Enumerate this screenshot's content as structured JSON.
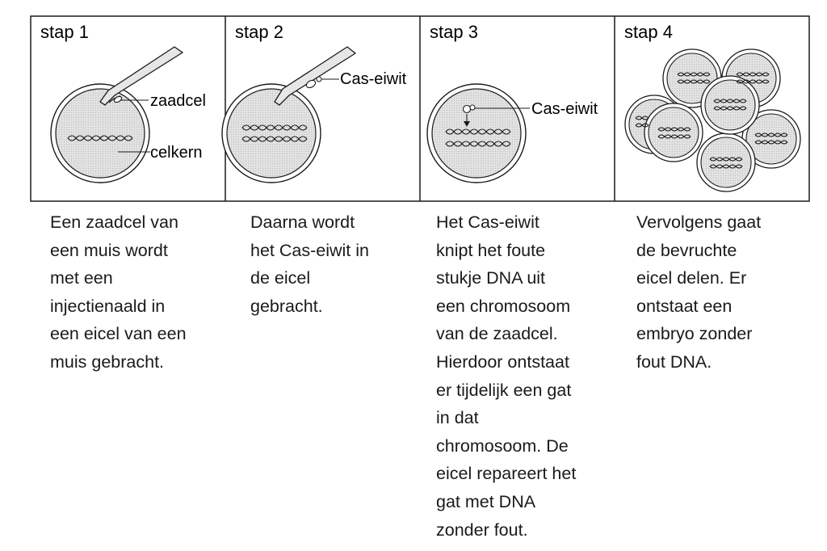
{
  "panels": [
    {
      "step": "stap 1",
      "callouts": [
        "zaadcel",
        "celkern"
      ],
      "description": [
        "Een zaadcel van",
        "een muis wordt",
        "met een",
        "injectienaald in",
        "een eicel van een",
        "muis gebracht."
      ]
    },
    {
      "step": "stap 2",
      "callouts": [
        "Cas-eiwit"
      ],
      "description": [
        "Daarna wordt",
        "het Cas-eiwit in",
        "de eicel",
        "gebracht."
      ]
    },
    {
      "step": "stap 3",
      "callouts": [
        "Cas-eiwit"
      ],
      "description": [
        "Het Cas-eiwit",
        "knipt het foute",
        "stukje DNA uit",
        "een chromosoom",
        "van de zaadcel.",
        "Hierdoor ontstaat",
        "er tijdelijk een gat",
        "in dat",
        "chromosoom. De",
        "eicel repareert het",
        "gat met DNA",
        "zonder fout."
      ]
    },
    {
      "step": "stap 4",
      "callouts": [],
      "description": [
        "Vervolgens gaat",
        "de bevruchte",
        "eicel delen. Er",
        "ontstaat een",
        "embryo zonder",
        "fout DNA."
      ]
    }
  ],
  "colors": {
    "line": "#1a1a1a",
    "cell_fill": "#dcdcdc",
    "background": "#ffffff"
  }
}
